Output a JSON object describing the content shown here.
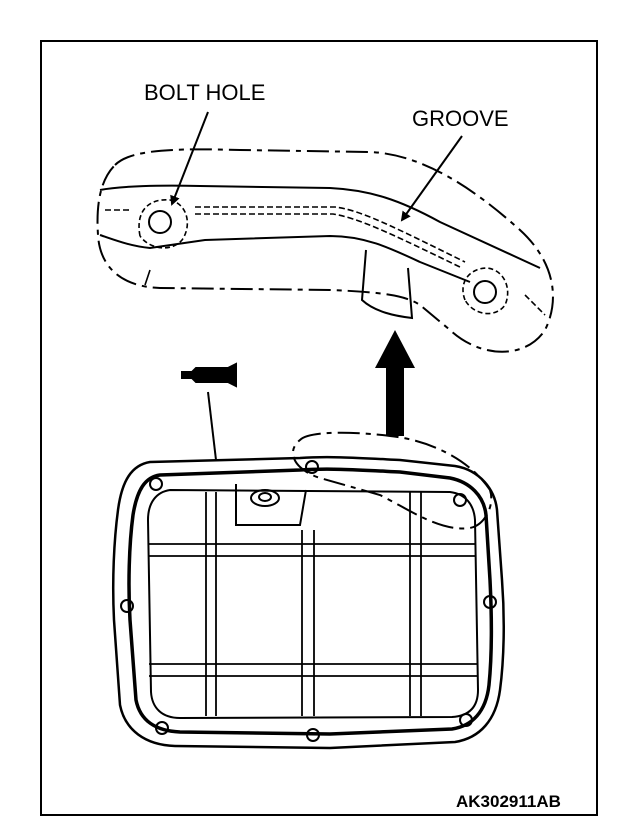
{
  "labels": {
    "bolt_hole": "BOLT HOLE",
    "groove": "GROOVE"
  },
  "figure_code": "AK302911AB",
  "colors": {
    "ink": "#000000",
    "paper": "#ffffff"
  }
}
